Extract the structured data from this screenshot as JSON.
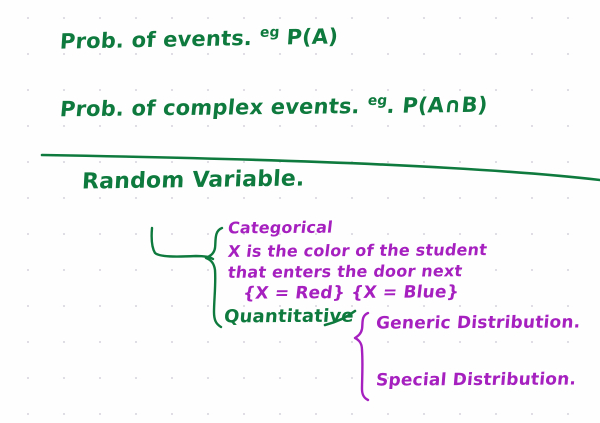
{
  "page": {
    "title": "Handwritten probability lecture notes",
    "background_color": "#fefefe",
    "grid_dot_color": "#d9d6dd",
    "ink_green": "#0f7a3d",
    "ink_purple": "#a520bf"
  },
  "notes": {
    "line1": {
      "text_before": "Prob.  of   events. ",
      "superscript": "eg",
      "text_after": " P(A)"
    },
    "line2": {
      "text_before": "Prob.  of   complex  events. ",
      "superscript": "eg",
      "text_after": ". P(A∩B)"
    },
    "heading": "Random  Variable.",
    "categorical": {
      "label": "Categorical",
      "description_line1": "X  is  the  color  of  the  student",
      "description_line2": "that  enters  the  door  next",
      "set_notation": "{X = Red}   {X = Blue}"
    },
    "quantitative": {
      "label": "Quantitative",
      "branches": [
        "Generic  Distribution.",
        "Special  Distribution."
      ]
    }
  },
  "marks": {
    "divider": "horizontal-rule",
    "connector": "elbow-connector",
    "brace_left": "curly-brace-green",
    "brace_right": "curly-brace-purple"
  }
}
